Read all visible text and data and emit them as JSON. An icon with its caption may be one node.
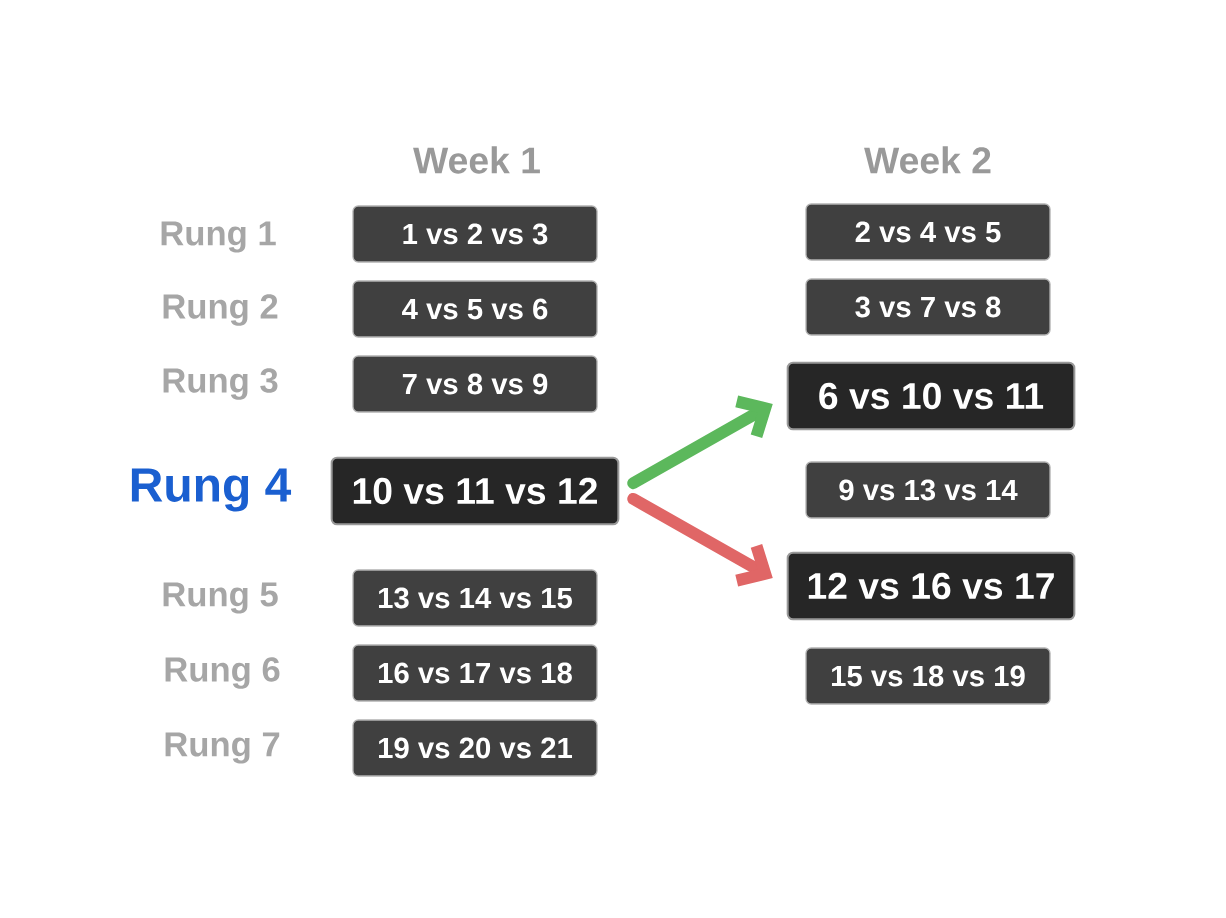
{
  "diagram": {
    "nodes": [
      {
        "text": [
          "1 vs 2 vs 3"
        ]
      },
      {
        "text": [
          "4 vs 5 vs 6"
        ]
      },
      {
        "text": [
          "7 vs 8 vs 9"
        ]
      },
      {
        "text": [
          "10 vs 11 vs 12"
        ]
      },
      {
        "text": [
          "13 vs 14 vs 15"
        ]
      },
      {
        "text": [
          "16 vs 17 vs 18"
        ]
      },
      {
        "text": [
          "19 vs 20 vs 21"
        ]
      },
      {
        "text": [
          "2 vs 4 vs 5"
        ]
      },
      {
        "text": [
          "3 vs 7 vs 8"
        ]
      },
      {
        "text": [
          "6 vs 10 vs 11"
        ]
      },
      {
        "text": [
          "9 vs 13 vs 14"
        ]
      },
      {
        "text": [
          "12 vs 16 vs 17"
        ]
      },
      {
        "text": [
          "15 vs 18 vs 19"
        ]
      }
    ],
    "edges": [
      {
        "from": 3,
        "to": 9,
        "arrow": "to",
        "color": "#5cb85c"
      },
      {
        "from": 3,
        "to": 11,
        "arrow": "to",
        "color": "#e06666"
      }
    ],
    "labels": [
      "Week 1",
      "Week 2",
      "Rung 1",
      "Rung 2",
      "Rung 3",
      "Rung 4",
      "Rung 5",
      "Rung 6",
      "Rung 7"
    ]
  }
}
